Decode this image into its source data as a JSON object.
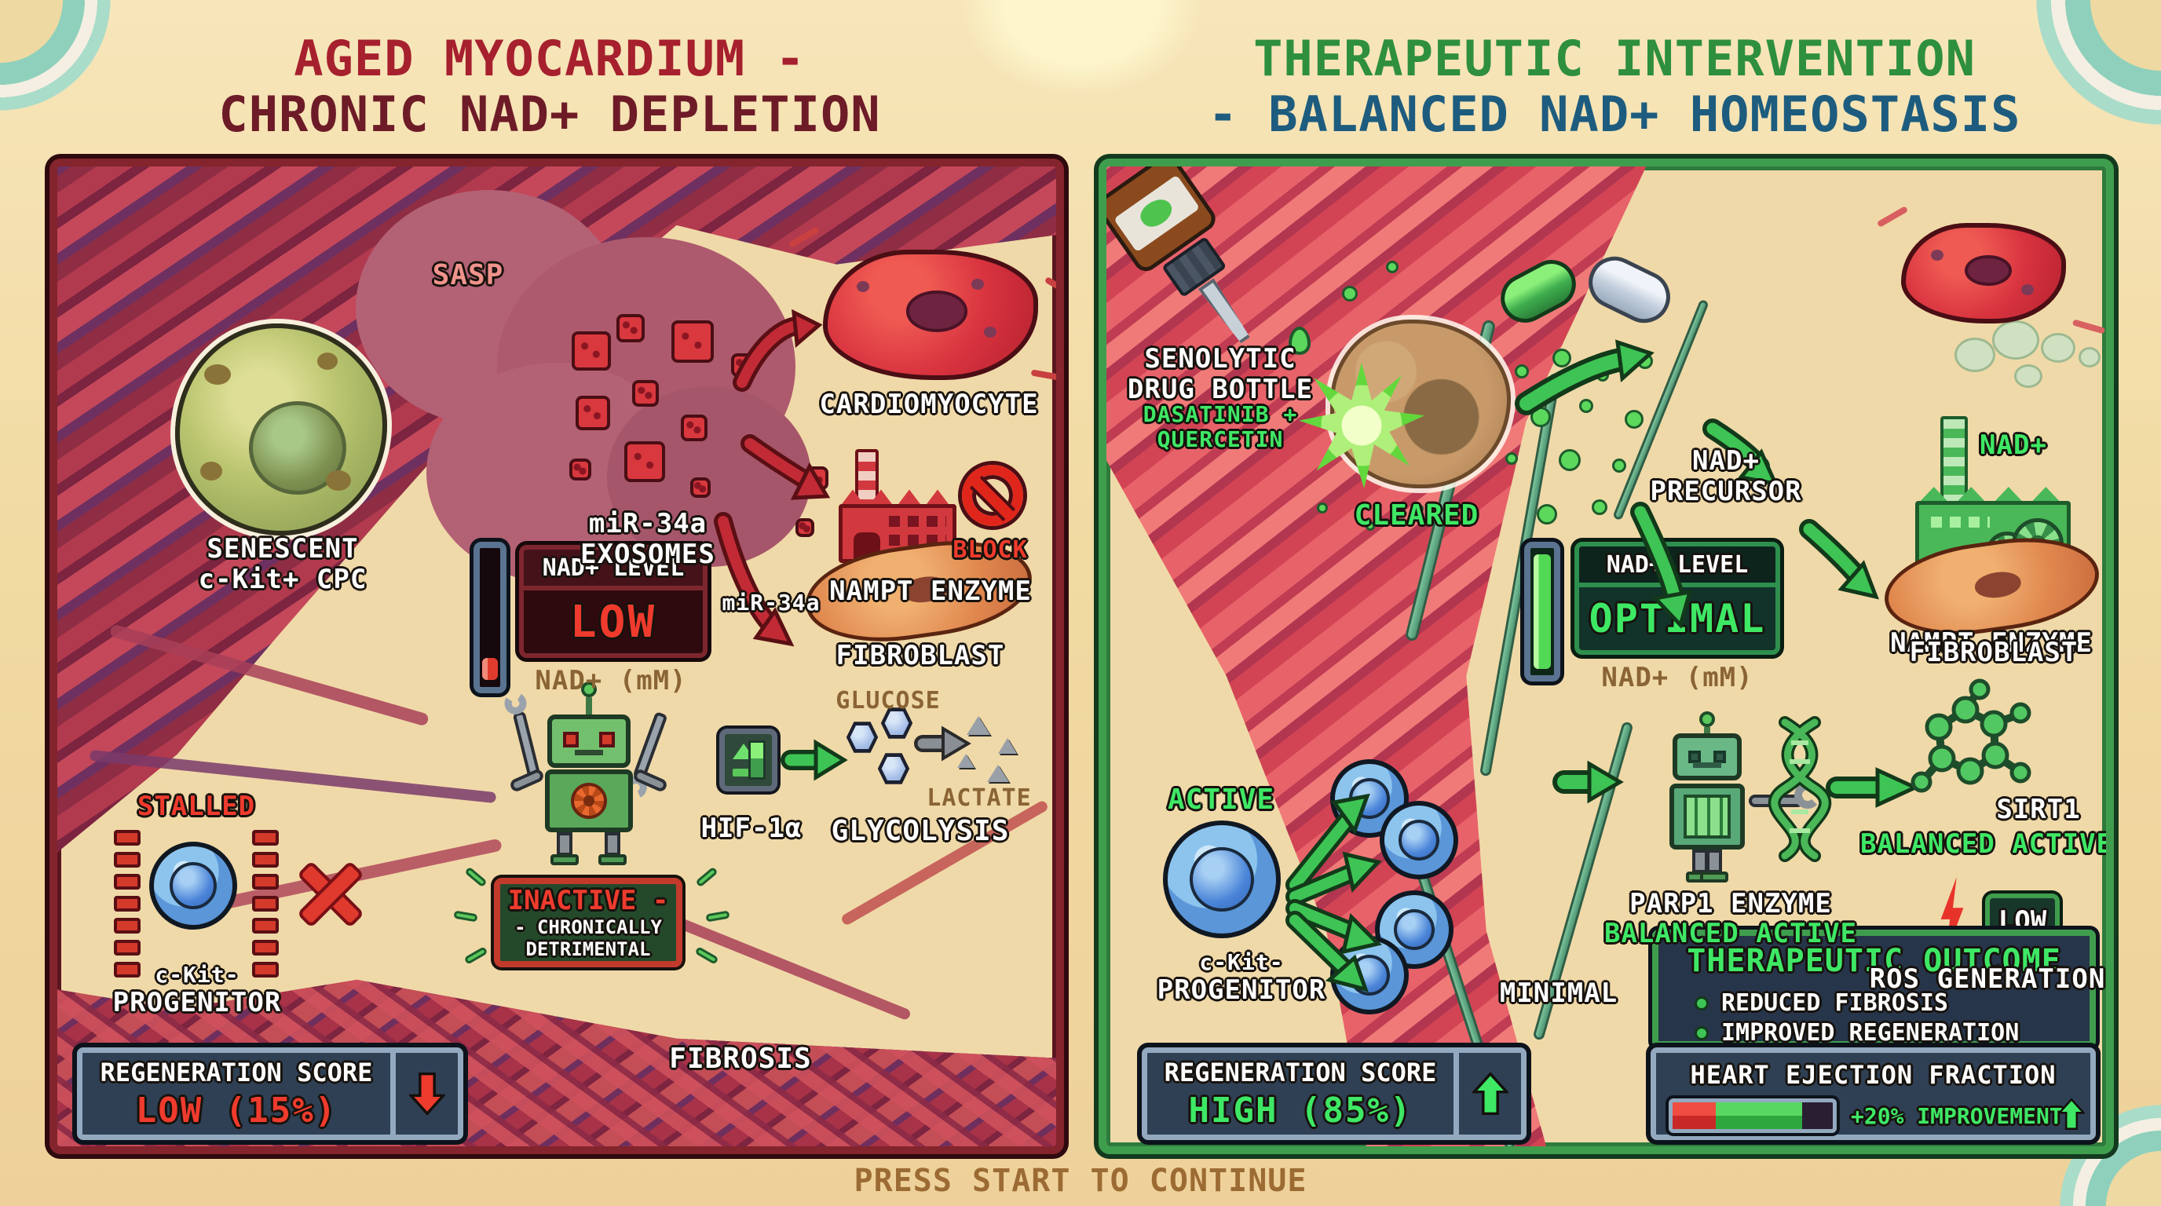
{
  "header": {
    "left_title_1": "AGED MYOCARDIUM -",
    "left_title_2": "CHRONIC NAD+ DEPLETION",
    "right_title_1": "THERAPEUTIC INTERVENTION",
    "right_title_2": "- BALANCED NAD+ HOMEOSTASIS"
  },
  "left": {
    "sasp": "SASP",
    "senescent": {
      "line1": "SENESCENT",
      "line2": "c-Kit+ CPC"
    },
    "exosomes": {
      "line1": "miR-34a",
      "line2": "EXOSOMES"
    },
    "cardiomyocyte": "CARDIOMYOCYTE",
    "arrow_mir34a": "miR-34a",
    "block": "BLOCK",
    "nampt": "NAMPT ENZYME",
    "nad": {
      "title": "NAD+ LEVEL",
      "value": "LOW",
      "unit": "NAD+ (mM)",
      "fill_percent": 16
    },
    "fibroblast": "FIBROBLAST",
    "robot": {
      "line1": "INACTIVE -",
      "line2": "- CHRONICALLY",
      "line3": "DETRIMENTAL"
    },
    "hif": "HIF-1α",
    "glucose": "GLUCOSE",
    "lactate": "LACTATE",
    "glycolysis": "GLYCOLYSIS",
    "stalled": "STALLED",
    "progenitor": {
      "line1": "c-Kit-",
      "line2": "PROGENITOR"
    },
    "score": {
      "title": "REGENERATION SCORE",
      "value": "LOW (15%)",
      "trend": "down"
    },
    "fibrosis": "FIBROSIS"
  },
  "right": {
    "bottle": {
      "line1": "SENOLYTIC",
      "line2": "DRUG BOTTLE"
    },
    "drugs": {
      "line1": "DASATINIB +",
      "line2": "QUERCETIN"
    },
    "cleared": "CLEARED",
    "precursor": {
      "line1": "NAD+",
      "line2": "PRECURSOR"
    },
    "nad_label": "NAD+",
    "nampt": "NAMPT ENZYME",
    "nad": {
      "title": "NAD+ LEVEL",
      "value": "OPTIMAL",
      "unit": "NAD+ (mM)",
      "fill_percent": 90
    },
    "fibroblast": "FIBROBLAST",
    "active": "ACTIVE",
    "progenitor": {
      "line1": "c-Kit-",
      "line2": "PROGENITOR"
    },
    "minimal": "MINIMAL",
    "parp1": {
      "line1": "PARP1 ENZYME",
      "line2": "BALANCED ACTIVE"
    },
    "sirt1": {
      "line1": "SIRT1",
      "line2": "BALANCED ACTIVE"
    },
    "ros": {
      "badge": "LOW",
      "label": "ROS GENERATION"
    },
    "outcome": {
      "title": "THERAPEUTIC OUTCOME",
      "b1": "REDUCED FIBROSIS",
      "b2": "IMPROVED REGENERATION"
    },
    "score": {
      "title": "REGENERATION SCORE",
      "value": "HIGH (85%)",
      "trend": "up"
    },
    "ejection": {
      "title": "HEART EJECTION FRACTION",
      "value": "+20% IMPROVEMENT",
      "trend": "up",
      "bar": {
        "red_percent": 27,
        "green_percent": 54
      }
    }
  },
  "footer": {
    "prompt": "PRESS START TO CONTINUE"
  },
  "colors": {
    "sand": "#f2dba4",
    "left_border": "#84242c",
    "right_border": "#3f9e4d",
    "title_red": "#a6202e",
    "title_dark_red": "#6e1b28",
    "title_green": "#2e8f3e",
    "title_blue": "#1d5c7e",
    "accent_green": "#3ee865",
    "accent_red": "#ef3b2d",
    "panel_navy": "#2f4054",
    "label_brown": "#8a6434"
  }
}
